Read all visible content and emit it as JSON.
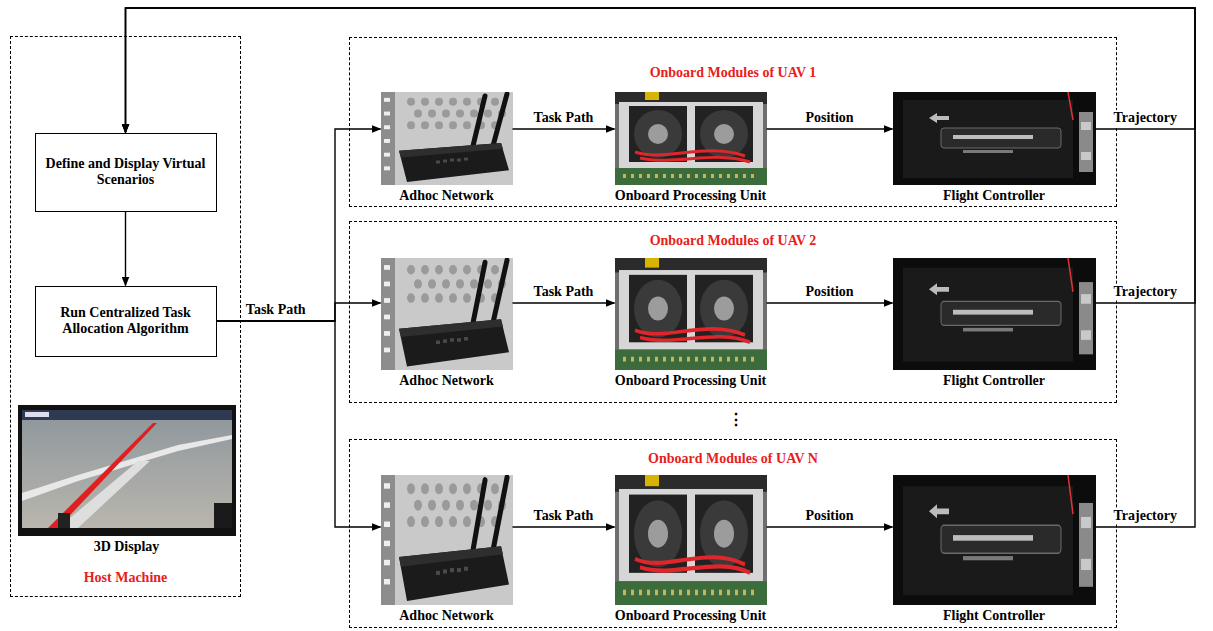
{
  "diagram": {
    "nodes": [
      {
        "text": [
          "Host Machine"
        ]
      },
      {
        "text": [
          "Define and Display Virtual Scenarios"
        ],
        "in": 0
      },
      {
        "text": [
          "Run Centralized Task Allocation Algorithm"
        ],
        "in": 0
      },
      {
        "text": [
          "3D Display"
        ],
        "in": 0
      },
      {
        "text": [
          "Onboard Modules of UAV 1"
        ]
      },
      {
        "text": [
          "Adhoc Network"
        ],
        "in": 4
      },
      {
        "text": [
          "Onboard Processing Unit"
        ],
        "in": 4
      },
      {
        "text": [
          "Flight Controller"
        ],
        "in": 4
      },
      {
        "text": [
          "Onboard Modules of UAV 2"
        ]
      },
      {
        "text": [
          "Adhoc Network"
        ],
        "in": 8
      },
      {
        "text": [
          "Onboard Processing Unit"
        ],
        "in": 8
      },
      {
        "text": [
          "Flight Controller"
        ],
        "in": 8
      },
      {
        "text": [
          "Onboard Modules of UAV N"
        ]
      },
      {
        "text": [
          "Adhoc Network"
        ],
        "in": 12
      },
      {
        "text": [
          "Onboard Processing Unit"
        ],
        "in": 12
      },
      {
        "text": [
          "Flight Controller"
        ],
        "in": 12
      }
    ],
    "edges": [
      {
        "from": 1,
        "to": 2,
        "arrow": "to"
      },
      {
        "from": 2,
        "to": 5,
        "arrow": "to"
      },
      {
        "from": 2,
        "to": 9,
        "label": "Task Path",
        "arrow": "to"
      },
      {
        "from": 2,
        "to": 13,
        "arrow": "to"
      },
      {
        "from": 5,
        "to": 6,
        "label": "Task Path",
        "arrow": "to"
      },
      {
        "from": 6,
        "to": 7,
        "label": "Position",
        "arrow": "to"
      },
      {
        "from": 7,
        "to": 1,
        "label": "Trajectory",
        "arrow": "to"
      },
      {
        "from": 9,
        "to": 10,
        "label": "Task Path",
        "arrow": "to"
      },
      {
        "from": 10,
        "to": 11,
        "label": "Position",
        "arrow": "to"
      },
      {
        "from": 11,
        "to": 1,
        "label": "Trajectory",
        "arrow": "to"
      },
      {
        "from": 13,
        "to": 14,
        "label": "Task Path",
        "arrow": "to"
      },
      {
        "from": 14,
        "to": 15,
        "label": "Position",
        "arrow": "to"
      },
      {
        "from": 15,
        "to": 1,
        "label": "Trajectory",
        "arrow": "to"
      }
    ],
    "labels": [
      "⋮"
    ]
  }
}
